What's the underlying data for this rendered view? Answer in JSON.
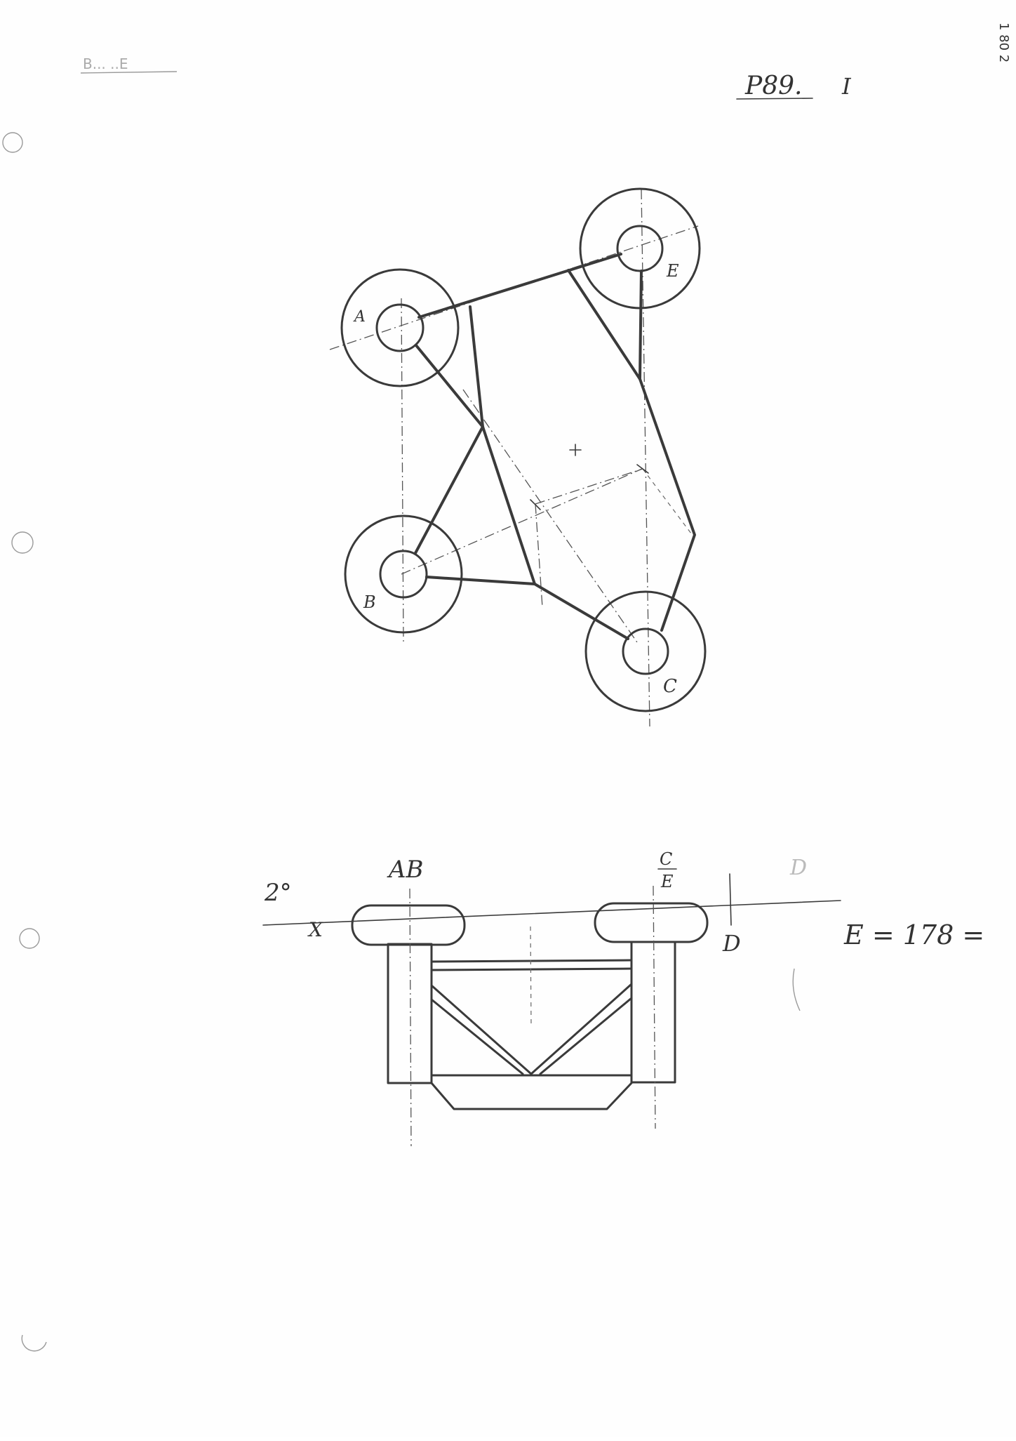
{
  "header": {
    "faint_note": "B... ..E",
    "ref_main": "P89.",
    "ref_suffix": "I",
    "margin_code": "1 80 2"
  },
  "plan_view": {
    "labels": {
      "A": "A",
      "B": "B",
      "C": "C",
      "E": "E"
    }
  },
  "elevation_view": {
    "label_ab": "AB",
    "label_c": "C",
    "label_e": "E",
    "label_d_top": "D",
    "label_d_side": "D",
    "angle": "2°",
    "small_mark": "X",
    "equation": "E = 178 ="
  }
}
